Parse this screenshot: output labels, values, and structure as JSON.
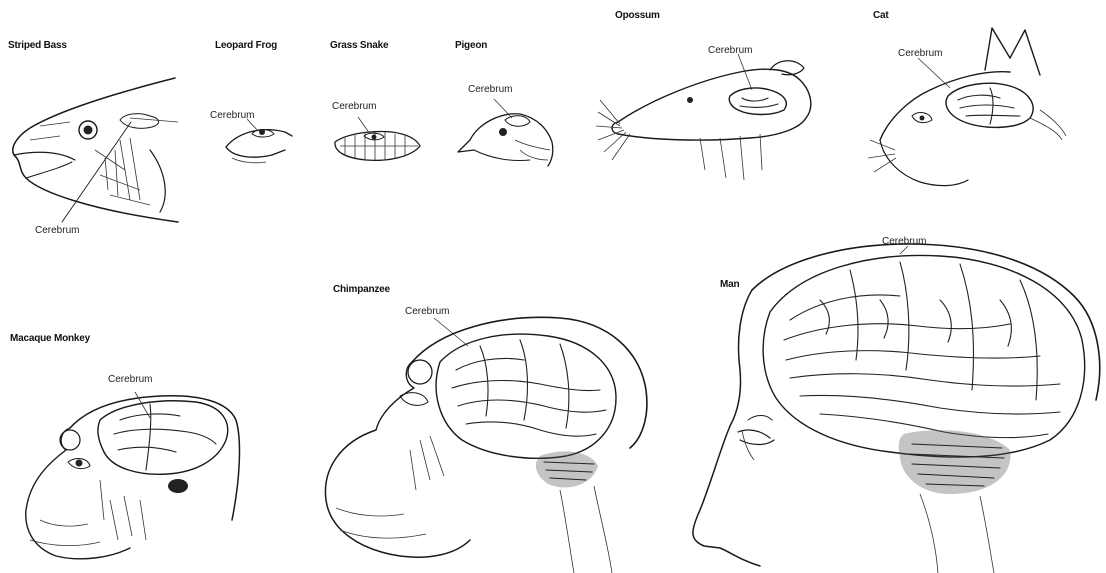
{
  "panels": {
    "striped_bass": {
      "title": "Striped Bass",
      "label": "Cerebrum"
    },
    "leopard_frog": {
      "title": "Leopard Frog",
      "label": "Cerebrum"
    },
    "grass_snake": {
      "title": "Grass Snake",
      "label": "Cerebrum"
    },
    "pigeon": {
      "title": "Pigeon",
      "label": "Cerebrum"
    },
    "opossum": {
      "title": "Opossum",
      "label": "Cerebrum"
    },
    "cat": {
      "title": "Cat",
      "label": "Cerebrum"
    },
    "macaque_monkey": {
      "title": "Macaque Monkey",
      "label": "Cerebrum"
    },
    "chimpanzee": {
      "title": "Chimpanzee",
      "label": "Cerebrum"
    },
    "man": {
      "title": "Man",
      "label": "Cerebrum"
    }
  }
}
